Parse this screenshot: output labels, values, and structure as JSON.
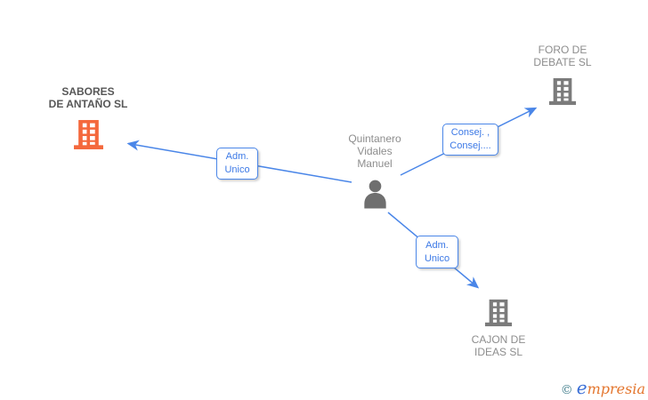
{
  "colors": {
    "link_blue": "#4a86e8",
    "relation_text_blue": "#3c79e6",
    "company_gray": "#7b7b7b",
    "person_gray": "#6f6f6f",
    "highlight_orange": "#f4683c",
    "label_gray": "#8d8d8d",
    "label_dark_gray": "#575757",
    "brand_copyright_teal": "#45808e",
    "brand_initial_blue": "#3b6fd6",
    "brand_rest_orange": "#e4762e"
  },
  "diagram": {
    "person": {
      "name_lines": [
        "Quintanero",
        "Vidales",
        "Manuel"
      ]
    },
    "companies": [
      {
        "name_lines": [
          "SABORES",
          "DE ANTAÑO SL"
        ],
        "highlighted": true
      },
      {
        "name_lines": [
          "FORO DE",
          "DEBATE SL"
        ],
        "highlighted": false
      },
      {
        "name_lines": [
          "CAJON DE",
          "IDEAS SL"
        ],
        "highlighted": false
      }
    ],
    "relationships": [
      {
        "label_lines": [
          "Adm.",
          "Unico"
        ],
        "from": "Quintanero Vidales Manuel",
        "to": "SABORES DE ANTAÑO SL"
      },
      {
        "label_lines": [
          "Consej. ,",
          "Consej...."
        ],
        "from": "Quintanero Vidales Manuel",
        "to": "FORO DE DEBATE SL"
      },
      {
        "label_lines": [
          "Adm.",
          "Unico"
        ],
        "from": "Quintanero Vidales Manuel",
        "to": "CAJON DE IDEAS SL"
      }
    ]
  },
  "footer": {
    "copyright_symbol": "©",
    "brand_initial": "e",
    "brand_rest": "mpresia"
  }
}
